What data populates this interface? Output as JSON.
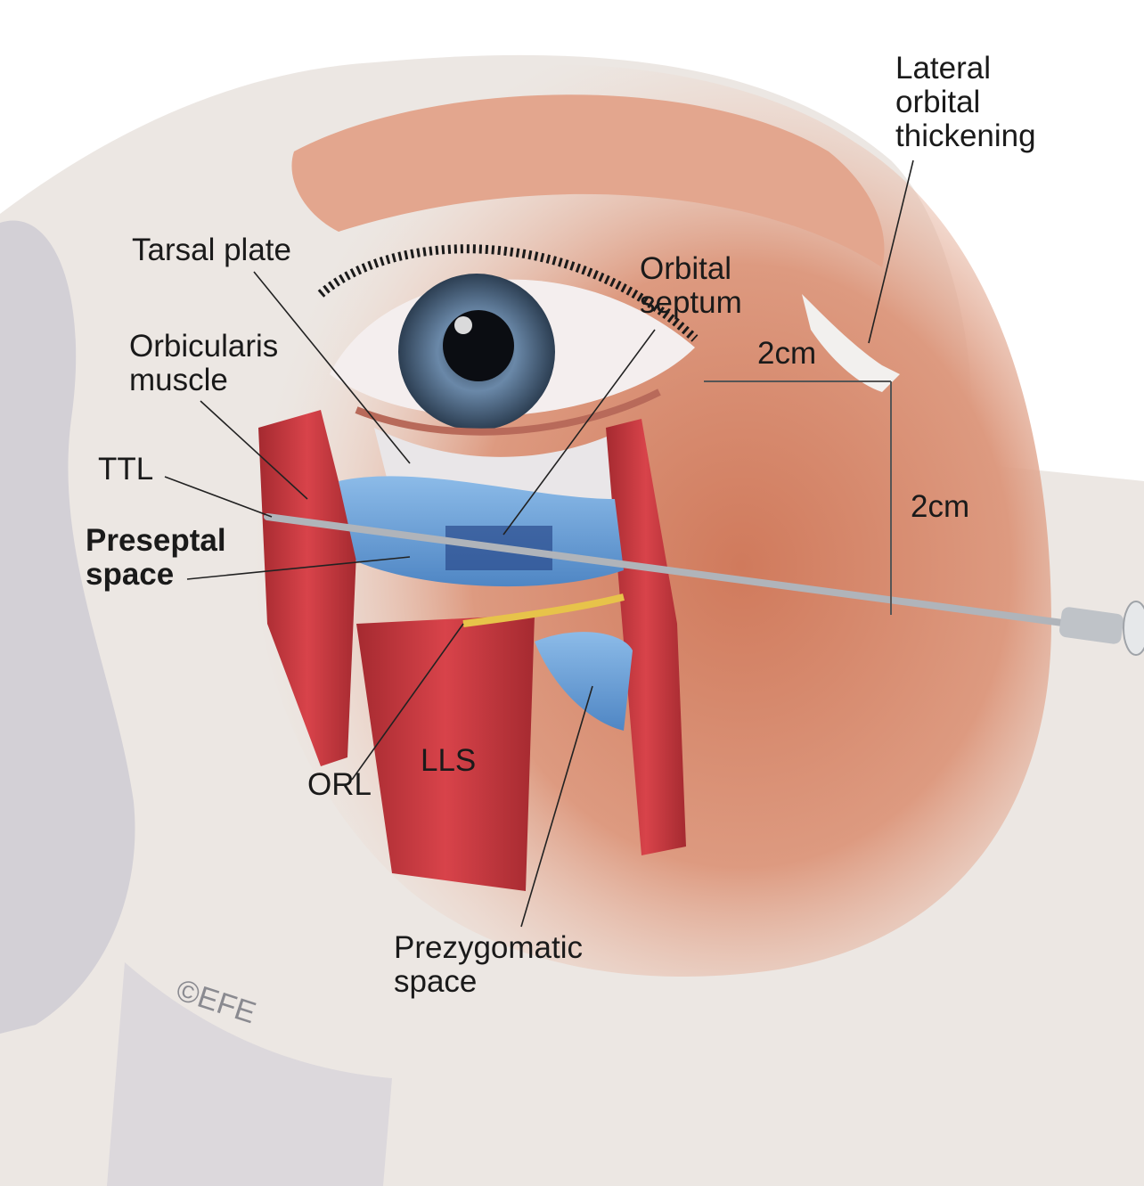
{
  "labels": {
    "lateral_orbital_thickening": [
      "Lateral",
      "orbital",
      "thickening"
    ],
    "tarsal_plate": "Tarsal plate",
    "orbital_septum": [
      "Orbital",
      "septum"
    ],
    "orbicularis_muscle": [
      "Orbicularis",
      "muscle"
    ],
    "dimension_horizontal": "2cm",
    "dimension_vertical": "2cm",
    "ttl": "TTL",
    "preseptal_space": [
      "Preseptal",
      "space"
    ],
    "lls": "LLS",
    "orl": "ORL",
    "prezygomatic_space": [
      "Prezygomatic",
      "space"
    ],
    "copyright": "©EFE"
  },
  "colors": {
    "skin": "#d9927a",
    "skin_light": "#ecc7b5",
    "bone": "#ece7e3",
    "bone_shadow": "#c9c6cc",
    "muscle": "#c8343a",
    "fat_pad": "#6fa4d8",
    "iris": "#5c7896",
    "needle": "#b0b4ba",
    "leader_line": "#222222"
  }
}
